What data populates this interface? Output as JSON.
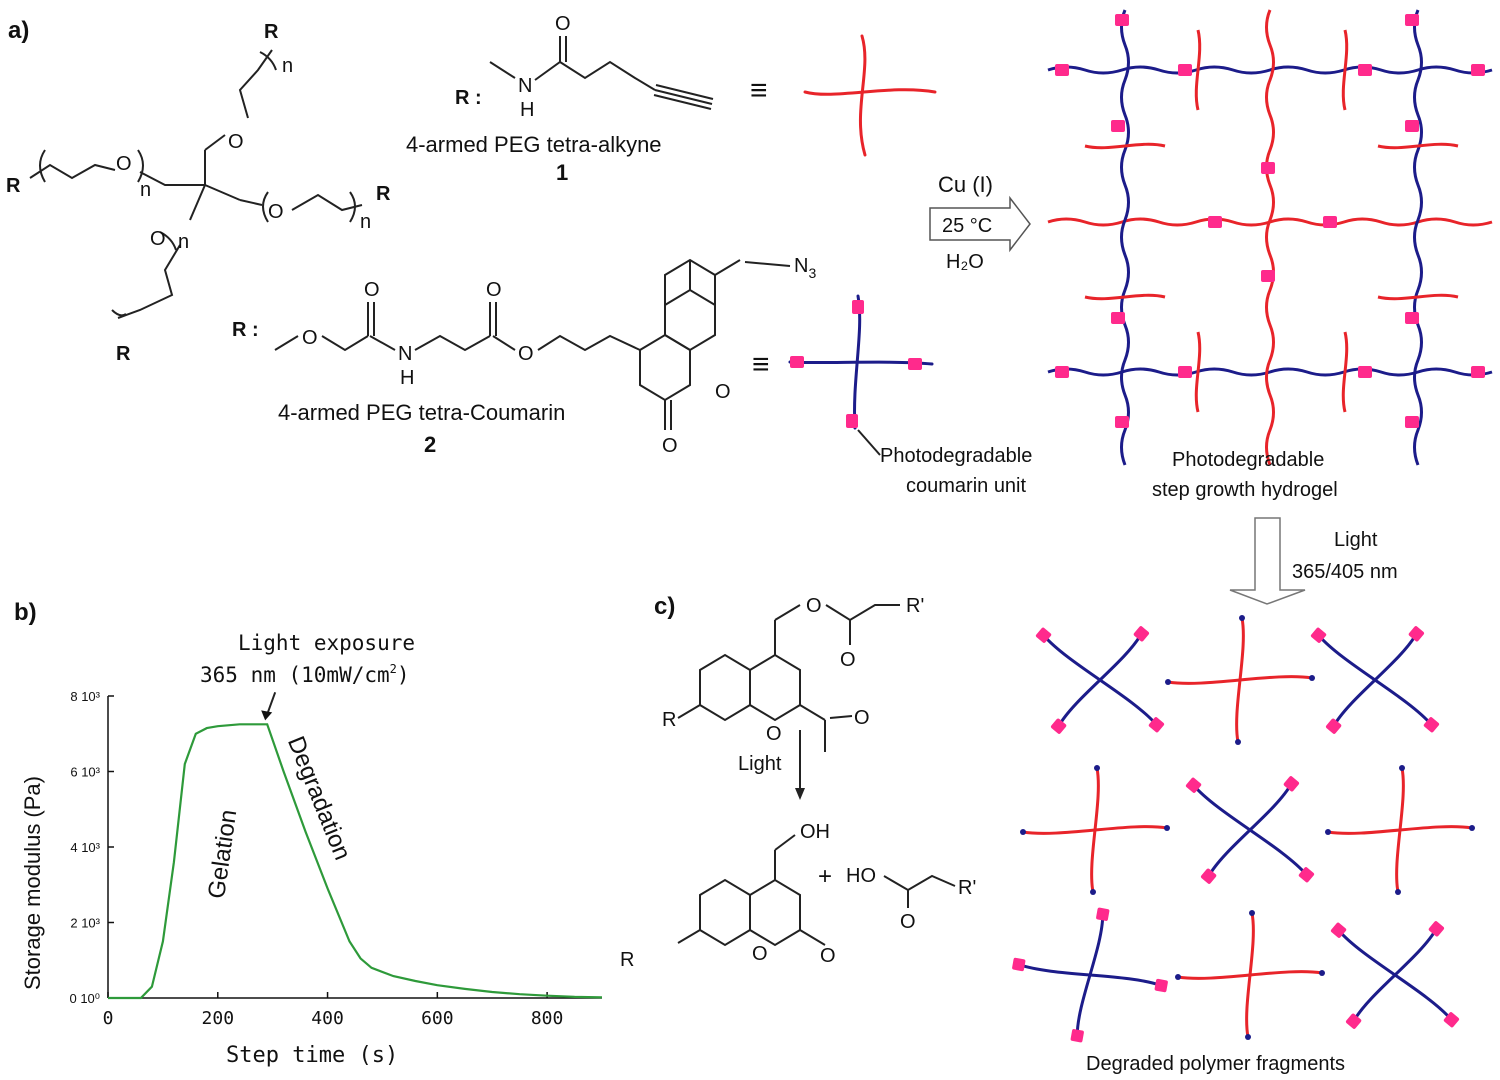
{
  "panels": {
    "a": "a)",
    "b": "b)",
    "c": "c)"
  },
  "scheme_a": {
    "r_label": "R",
    "r_colon": "R :",
    "n_label": "n",
    "o_label": "O",
    "nh_n": "N",
    "nh_h": "H",
    "alkyne_name": "4-armed PEG tetra-alkyne",
    "alkyne_number": "1",
    "coumarin_name": "4-armed PEG tetra-Coumarin",
    "coumarin_number": "2",
    "azide_label": "N",
    "azide_sub": "3",
    "equiv_symbol": "≡",
    "conditions": {
      "catalyst": "Cu (I)",
      "temperature": "25 °C",
      "solvent": "H₂O"
    },
    "unit_caption": [
      "Photodegradable",
      "coumarin unit"
    ],
    "hydrogel_caption": [
      "Photodegradable",
      "step growth hydrogel"
    ],
    "light_caption": [
      "Light",
      "365/405 nm"
    ],
    "fragments_caption": "Degraded polymer fragments"
  },
  "scheme_c": {
    "r_label": "R",
    "r_prime": "R'",
    "o_label": "O",
    "oh_label": "OH",
    "ho_label": "HO",
    "light_label": "Light",
    "plus": "+"
  },
  "colors": {
    "peg_alkyne": "#e8242a",
    "peg_coumarin": "#1c1c8a",
    "coumarin_unit": "#ff2a8c",
    "curve": "#2e9a3a"
  },
  "chart_data": {
    "type": "line",
    "title": "",
    "xlabel": "Step time (s)",
    "ylabel": "Storage modulus (Pa)",
    "xlim": [
      0,
      900
    ],
    "ylim": [
      0,
      8000
    ],
    "xticks": [
      0,
      200,
      400,
      600,
      800
    ],
    "ytick_values": [
      0,
      2000,
      4000,
      6000,
      8000
    ],
    "ytick_labels": [
      "0 10⁰",
      "2 10³",
      "4 10³",
      "6 10³",
      "8 10³"
    ],
    "series": [
      {
        "x": [
          0,
          60,
          80,
          100,
          120,
          140,
          160,
          180,
          200,
          240,
          280,
          290,
          320,
          360,
          400,
          440,
          460,
          480,
          520,
          560,
          600,
          650,
          700,
          750,
          800,
          850,
          900
        ],
        "y": [
          0,
          0,
          300,
          1500,
          3600,
          6200,
          7000,
          7150,
          7200,
          7250,
          7250,
          7250,
          6000,
          4400,
          2900,
          1500,
          1050,
          800,
          580,
          450,
          340,
          240,
          160,
          100,
          60,
          30,
          15
        ]
      }
    ],
    "annotations": [
      {
        "text": "Gelation",
        "x": 120,
        "y": 4200
      },
      {
        "text": "Degradation",
        "x": 400,
        "y": 5500
      },
      {
        "text": "Light exposure",
        "line2": "365 nm (10mW/cm",
        "sup": "2",
        "close": ")",
        "x": 290,
        "y": 7250
      }
    ],
    "grid": false,
    "legend": "none"
  }
}
